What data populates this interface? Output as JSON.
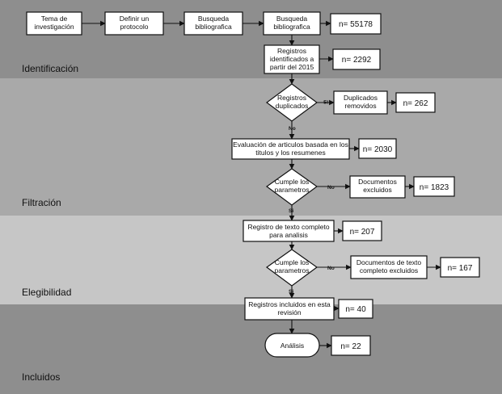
{
  "colors": {
    "band_identificacion": "#8e8e8e",
    "band_filtracion": "#a9a9a9",
    "band_elegibilidad": "#c6c6c6",
    "band_incluidos": "#8e8e8e",
    "stroke": "#111111",
    "box_fill": "#ffffff"
  },
  "phases": [
    {
      "id": "identificacion",
      "label": "Identificación"
    },
    {
      "id": "filtracion",
      "label": "Filtración"
    },
    {
      "id": "elegibilidad",
      "label": "Elegibilidad"
    },
    {
      "id": "incluidos",
      "label": "Incluidos"
    }
  ],
  "nodes": {
    "tema": [
      "Tema de",
      "investigación"
    ],
    "protocolo": [
      "Definir un",
      "protocolo"
    ],
    "busqueda1": [
      "Busqueda",
      "bibliografica"
    ],
    "busqueda2": [
      "Busqueda",
      "bibliografica"
    ],
    "registros2015": [
      "Registros",
      "identificados a",
      "partir del 2015"
    ],
    "duplicados_q": [
      "Registros",
      "duplicados"
    ],
    "duplicados_rem": [
      "Duplicados",
      "removidos"
    ],
    "evaluacion": [
      "Evaluación de articulos basada en los",
      "titulos y los resumenes"
    ],
    "cumple1": [
      "Cumple los",
      "parametros"
    ],
    "excluidos1": [
      "Documentos",
      "excluidos"
    ],
    "texto_completo": [
      "Registro de texto completo",
      "para analisis"
    ],
    "cumple2": [
      "Cumple los",
      "parametros"
    ],
    "excluidos2": [
      "Documentos de texto",
      "completo excluidos"
    ],
    "incluidos": [
      "Registros incluidos en esta",
      "revisión"
    ],
    "analisis": [
      "Análisis"
    ]
  },
  "counts": {
    "busqueda": "n= 55178",
    "registros2015": "n= 2292",
    "duplicados": "n= 262",
    "evaluacion": "n= 2030",
    "excluidos1": "n= 1823",
    "texto_completo": "n= 207",
    "excluidos2": "n= 167",
    "incluidos": "n= 40",
    "analisis": "n= 22"
  },
  "edge_labels": {
    "si": "Si",
    "no": "No"
  }
}
